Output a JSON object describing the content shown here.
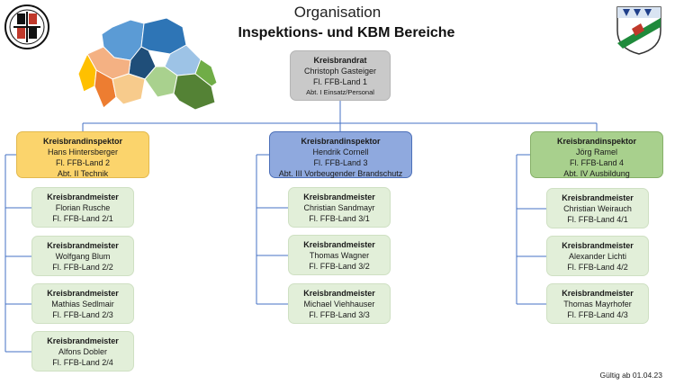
{
  "header": {
    "title": "Organisation",
    "subtitle": "Inspektions- und KBM Bereiche"
  },
  "logos": {
    "left": "fire-brigade-emblem",
    "right": "district-coat-of-arms",
    "map": "district-inspection-map"
  },
  "colors": {
    "chief": "#c9c9c9",
    "inspector_1": "#fbd46c",
    "inspector_2": "#8fa9de",
    "inspector_3": "#a8d08d",
    "meister": "#e2efd9",
    "connector": "#4472c4"
  },
  "chief": {
    "role": "Kreisbrandrat",
    "name": "Christoph Gasteiger",
    "area": "Fl. FFB-Land 1",
    "dept": "Abt. I Einsatz/Personal"
  },
  "inspectors": [
    {
      "role": "Kreisbrandinspektor",
      "name": "Hans Hintersberger",
      "area": "Fl. FFB-Land 2",
      "dept": "Abt. II Technik",
      "meister": [
        {
          "role": "Kreisbrandmeister",
          "name": "Florian Rusche",
          "area": "Fl. FFB-Land 2/1"
        },
        {
          "role": "Kreisbrandmeister",
          "name": "Wolfgang Blum",
          "area": "Fl. FFB-Land 2/2"
        },
        {
          "role": "Kreisbrandmeister",
          "name": "Mathias Sedlmair",
          "area": "Fl. FFB-Land 2/3"
        },
        {
          "role": "Kreisbrandmeister",
          "name": "Alfons Dobler",
          "area": "Fl. FFB-Land 2/4"
        }
      ]
    },
    {
      "role": "Kreisbrandinspektor",
      "name": "Hendrik Cornell",
      "area": "Fl. FFB-Land 3",
      "dept": "Abt. III Vorbeugender Brandschutz",
      "meister": [
        {
          "role": "Kreisbrandmeister",
          "name": "Christian Sandmayr",
          "area": "Fl. FFB-Land 3/1"
        },
        {
          "role": "Kreisbrandmeister",
          "name": "Thomas Wagner",
          "area": "Fl. FFB-Land 3/2"
        },
        {
          "role": "Kreisbrandmeister",
          "name": "Michael Viehhauser",
          "area": "Fl. FFB-Land 3/3"
        }
      ]
    },
    {
      "role": "Kreisbrandinspektor",
      "name": "Jörg Ramel",
      "area": "Fl. FFB-Land 4",
      "dept": "Abt. IV Ausbildung",
      "meister": [
        {
          "role": "Kreisbrandmeister",
          "name": "Christian Weirauch",
          "area": "Fl. FFB-Land 4/1"
        },
        {
          "role": "Kreisbrandmeister",
          "name": "Alexander Lichti",
          "area": "Fl. FFB-Land 4/2"
        },
        {
          "role": "Kreisbrandmeister",
          "name": "Thomas Mayrhofer",
          "area": "Fl. FFB-Land 4/3"
        }
      ]
    }
  ],
  "footer": {
    "valid_from": "Gültig ab 01.04.23"
  }
}
